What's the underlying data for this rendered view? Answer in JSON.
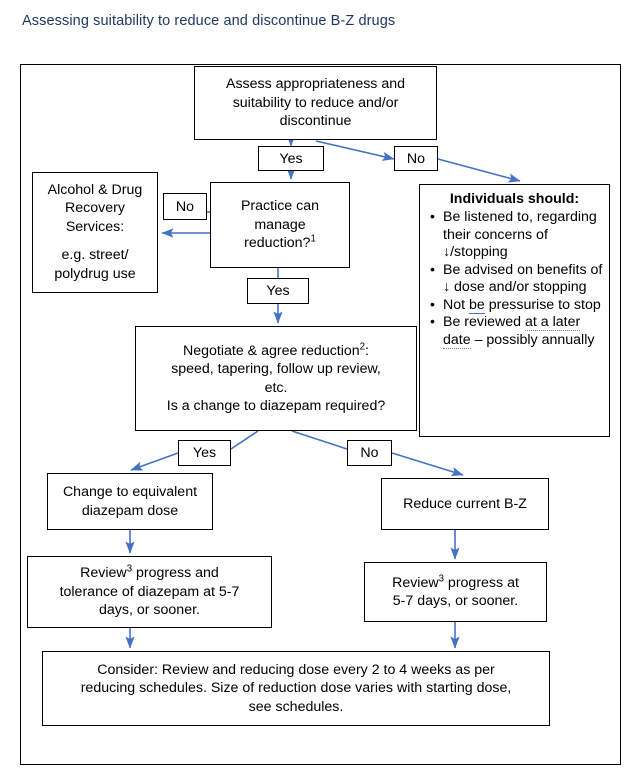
{
  "page": {
    "title": "Assessing suitability to reduce and discontinue B-Z drugs",
    "title_color": "#1F3864",
    "arrow_color": "#4472C4",
    "border_color": "#000000"
  },
  "nodes": {
    "assess": {
      "lines": [
        "Assess appropriateness and",
        "suitability to reduce and/or",
        "discontinue"
      ]
    },
    "adrs": {
      "lines": [
        "Alcohol & Drug",
        "Recovery",
        "Services:"
      ],
      "lines2": [
        "e.g. street/",
        "polydrug use"
      ]
    },
    "practice": {
      "lines": [
        "Practice can",
        "manage",
        "reduction?"
      ],
      "superscript": "1"
    },
    "individuals": {
      "heading": "Individuals should:",
      "bullets": [
        {
          "segments": [
            {
              "text": "Be listened to, regarding their concerns of ↓/stopping",
              "style": "plain"
            }
          ]
        },
        {
          "segments": [
            {
              "text": "Be advised on benefits of ↓ dose and/or stopping",
              "style": "plain"
            }
          ]
        },
        {
          "segments": [
            {
              "text": "Not ",
              "style": "plain"
            },
            {
              "text": "be",
              "style": "spell-underline"
            },
            {
              "text": " pressurise to stop",
              "style": "plain"
            }
          ]
        },
        {
          "segments": [
            {
              "text": "Be reviewed ",
              "style": "plain"
            },
            {
              "text": "at a later date",
              "style": "grammar-underline"
            },
            {
              "text": " – possibly annually",
              "style": "plain"
            }
          ]
        }
      ]
    },
    "negotiate": {
      "lines": [
        "Negotiate & agree reduction",
        "speed, tapering, follow up review,",
        "etc.",
        "Is a change to diazepam required?"
      ],
      "superscript": "2",
      "superscript_suffix": ":"
    },
    "change_diazepam": {
      "lines": [
        "Change to equivalent",
        "diazepam dose"
      ]
    },
    "reduce_bz": {
      "lines": [
        "Reduce current B-Z"
      ]
    },
    "review_left": {
      "prefix": "Review",
      "superscript": "3",
      "lines": [
        " progress and",
        "tolerance of diazepam at 5-7",
        "days, or sooner."
      ]
    },
    "review_right": {
      "prefix": "Review",
      "superscript": "3",
      "lines": [
        " progress at",
        "5-7 days, or sooner."
      ]
    },
    "consider": {
      "lines": [
        "Consider: Review and reducing dose every 2 to 4 weeks as per",
        "reducing schedules. Size of reduction dose varies with starting dose,",
        "see schedules."
      ]
    }
  },
  "edge_labels": {
    "yes_1": "Yes",
    "no_1": "No",
    "no_2": "No",
    "yes_2": "Yes",
    "yes_3": "Yes",
    "no_3": "No"
  }
}
